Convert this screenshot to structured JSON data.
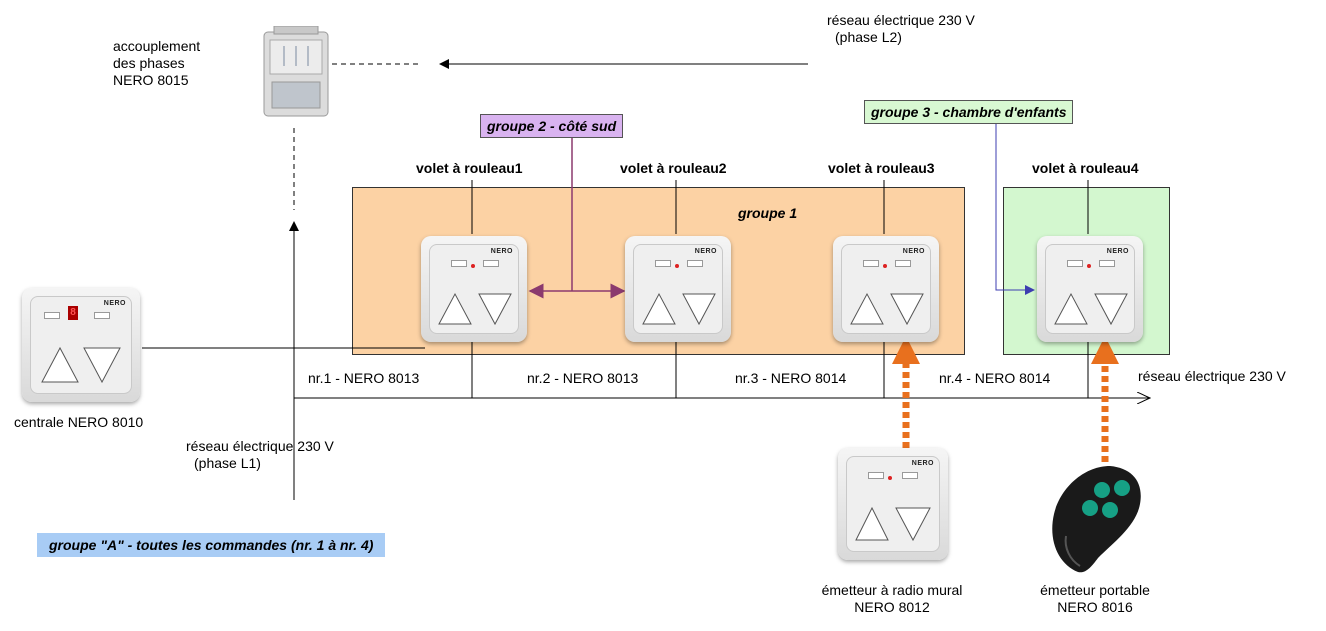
{
  "labels": {
    "coupler": [
      "accouplement",
      "des phases",
      "NERO 8015"
    ],
    "network_top": [
      "réseau électrique 230 V",
      "(phase L2)"
    ],
    "network_left": [
      "réseau électrique 230 V",
      "(phase L1)"
    ],
    "network_right": "réseau électrique 230 V",
    "central": "centrale NERO 8010",
    "shutters": [
      "volet à rouleau1",
      "volet à rouleau2",
      "volet à rouleau3",
      "volet à rouleau4"
    ],
    "receivers": [
      "nr.1 - NERO 8013",
      "nr.2 - NERO 8013",
      "nr.3 - NERO 8014",
      "nr.4 - NERO 8014"
    ],
    "wall_transmitter": [
      "émetteur à radio mural",
      "NERO 8012"
    ],
    "portable_transmitter": [
      "émetteur portable",
      "NERO 8016"
    ]
  },
  "groups": {
    "group1": "groupe 1",
    "group2": "groupe 2 - côté sud",
    "group3": "groupe 3 - chambre d'enfants",
    "groupA": "groupe  \"A\" - toutes les commandes (nr. 1  à nr. 4)"
  },
  "device_brand": "NERO",
  "central_display": "8",
  "colors": {
    "group1_fill": "#fcd2a4",
    "group2_badge": "#d9b3f0",
    "group3_fill": "#d3f7cf",
    "groupA_badge": "#a8ccf5",
    "group2_arrow": "#8b3a6e",
    "group3_arrow": "#3d3db0",
    "radio_arrow": "#e8701e"
  }
}
